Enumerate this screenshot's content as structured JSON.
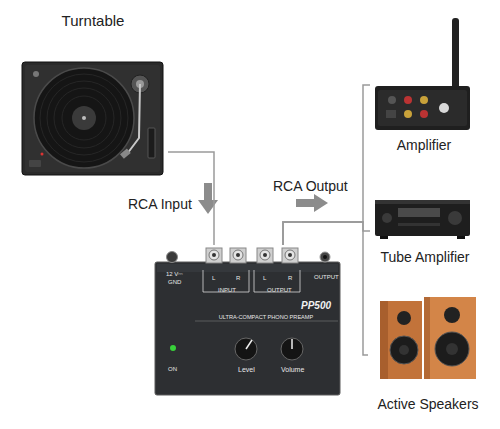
{
  "diagram": {
    "nodes": [
      {
        "text": [
          "Turntable"
        ]
      },
      {
        "text": [
          "PP500",
          "ULTRA-COMPACT PHONO PREAMP"
        ]
      },
      {
        "text": [
          "Amplifier"
        ]
      },
      {
        "text": [
          "Tube Amplifier"
        ]
      },
      {
        "text": [
          "Active Speakers"
        ]
      }
    ],
    "edges": [
      {
        "from": 0,
        "to": 1,
        "arrow": "none",
        "label": "RCA Input"
      },
      {
        "from": 1,
        "to": 2,
        "arrow": "none"
      },
      {
        "from": 1,
        "to": 3,
        "arrow": "none",
        "label": "RCA Output"
      },
      {
        "from": 1,
        "to": 4,
        "arrow": "none"
      }
    ],
    "labels": [
      "12 V⎓",
      "GND",
      "L",
      "R",
      "INPUT",
      "L",
      "R",
      "OUTPUT",
      "OUTPUT",
      "Level",
      "Volume",
      "ON"
    ]
  }
}
